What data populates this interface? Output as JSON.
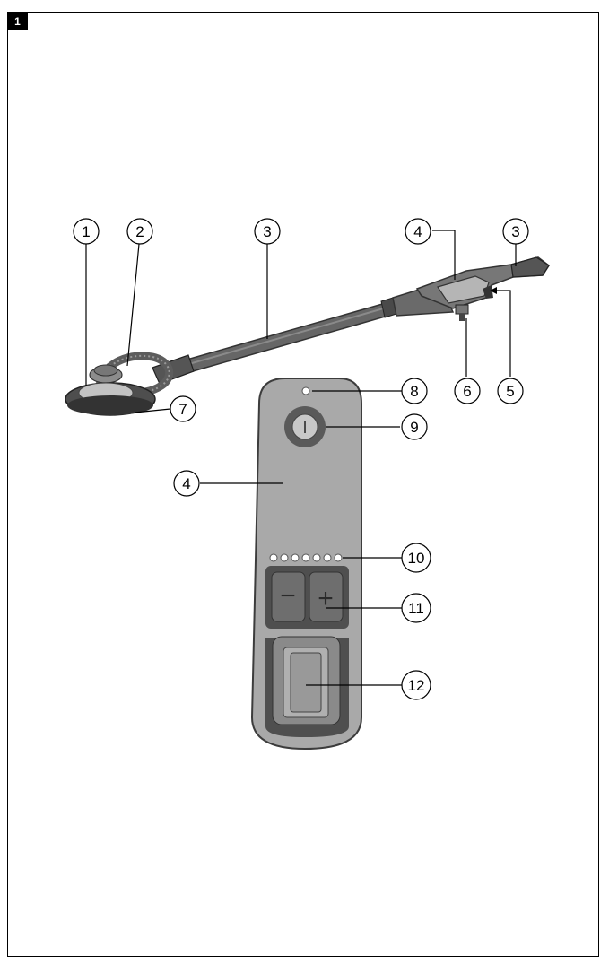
{
  "figure_number": "1",
  "callouts": {
    "c1": "1",
    "c2": "2",
    "c3a": "3",
    "c3b": "3",
    "c4a": "4",
    "c4b": "4",
    "c5": "5",
    "c6": "6",
    "c7": "7",
    "c8": "8",
    "c9": "9",
    "c10": "10",
    "c11": "11",
    "c12": "12"
  },
  "remote": {
    "power_symbol": "I",
    "minus_symbol": "−",
    "plus_symbol": "+"
  },
  "colors": {
    "body": "#a9a9a9",
    "dark": "#5a5a5a",
    "outline": "#3c3c3c",
    "panel": "#4f4f4f"
  }
}
